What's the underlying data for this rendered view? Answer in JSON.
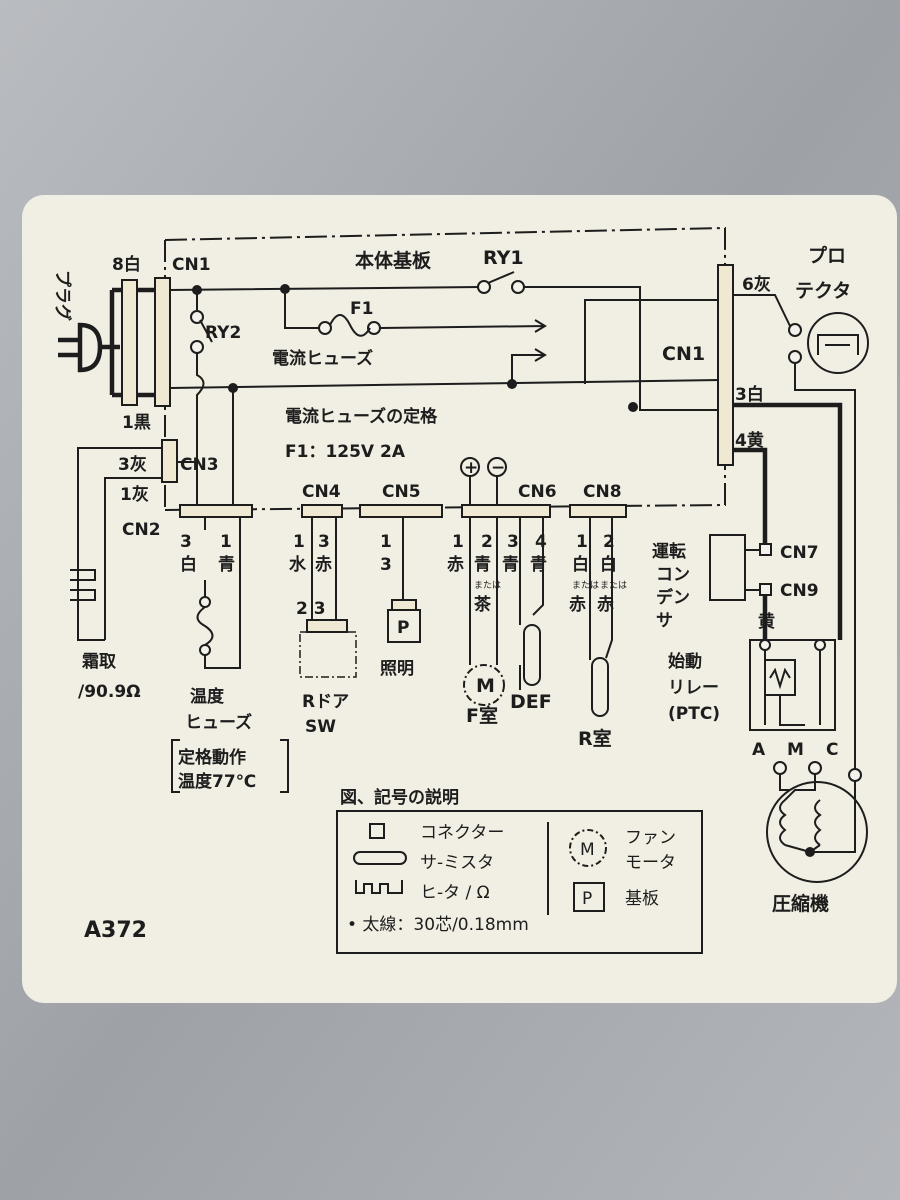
{
  "plug": "プラグ",
  "cn1_left": {
    "label": "CN1",
    "pin_top": "8白",
    "pin_bottom": "1黒"
  },
  "main_board": "本体基板",
  "ry1": "RY1",
  "ry2": "RY2",
  "f1": "F1",
  "current_fuse": "電流ヒューズ",
  "fuse_rating_title": "電流ヒューズの定格",
  "fuse_rating": "F1：125V  2A",
  "protector": [
    "プロ",
    "テクタ"
  ],
  "cn1_right": {
    "label": "CN1",
    "pin6": "6灰",
    "pin3": "3白",
    "pin4": "4黄"
  },
  "cn3": {
    "label": "CN3",
    "pin3": "3灰",
    "pin1": "1灰"
  },
  "cn2": {
    "label": "CN2",
    "pins": [
      {
        "num": "3",
        "color": "白"
      },
      {
        "num": "1",
        "color": "青"
      }
    ]
  },
  "cn4": {
    "label": "CN4",
    "pins": [
      {
        "num": "1",
        "color": "水"
      },
      {
        "num": "3",
        "color": "赤"
      }
    ],
    "switch_pins": "2 3"
  },
  "cn5": {
    "label": "CN5",
    "pins": [
      "1",
      "3"
    ]
  },
  "cn6": {
    "label": "CN6",
    "plus": "+",
    "minus": "−",
    "pins": [
      {
        "num": "1",
        "color": "赤"
      },
      {
        "num": "2",
        "color": "青",
        "alt": "または",
        "alt_color": "茶"
      },
      {
        "num": "3",
        "color": "青"
      },
      {
        "num": "4",
        "color": "青"
      }
    ]
  },
  "cn8": {
    "label": "CN8",
    "pins": [
      {
        "num": "1",
        "color": "白",
        "alt": "または",
        "alt_color": "赤"
      },
      {
        "num": "2",
        "color": "白",
        "alt": "または",
        "alt_color": "赤"
      }
    ]
  },
  "run_capacitor": [
    "運転",
    "コン",
    "デン",
    "サ"
  ],
  "cn7": "CN7",
  "cn9": "CN9",
  "yellow": "黄",
  "lighting": {
    "symbol": "P",
    "label": "照明"
  },
  "fan_motor": {
    "symbol": "M",
    "label": "F室"
  },
  "def": "DEF",
  "r_room": "R室",
  "defrost_heater": [
    "霜取",
    "/90.9Ω"
  ],
  "temp_fuse": [
    "温度",
    "ヒューズ"
  ],
  "temp_fuse_rating": [
    "定格動作",
    "温度77℃"
  ],
  "r_door_sw": [
    "Rドア",
    "SW"
  ],
  "start_relay": [
    "始動",
    "リレー",
    "(PTC)"
  ],
  "compressor_terminals": [
    "A",
    "M",
    "C"
  ],
  "compressor": "圧縮機",
  "model": "A372",
  "legend": {
    "title": "図、記号の説明",
    "connector": "コネクター",
    "thermistor": "サ-ミスタ",
    "heater": "ヒ-タ / Ω",
    "fan_motor_symbol": "M",
    "fan_motor": [
      "ファン",
      "モータ"
    ],
    "board_symbol": "P",
    "board": "基板",
    "thick_wire": "• 太線：30芯/0.18mm"
  },
  "colors": {
    "card": "#f1eee3",
    "ink": "#1d1d1d",
    "metal": "#a7abb0"
  }
}
